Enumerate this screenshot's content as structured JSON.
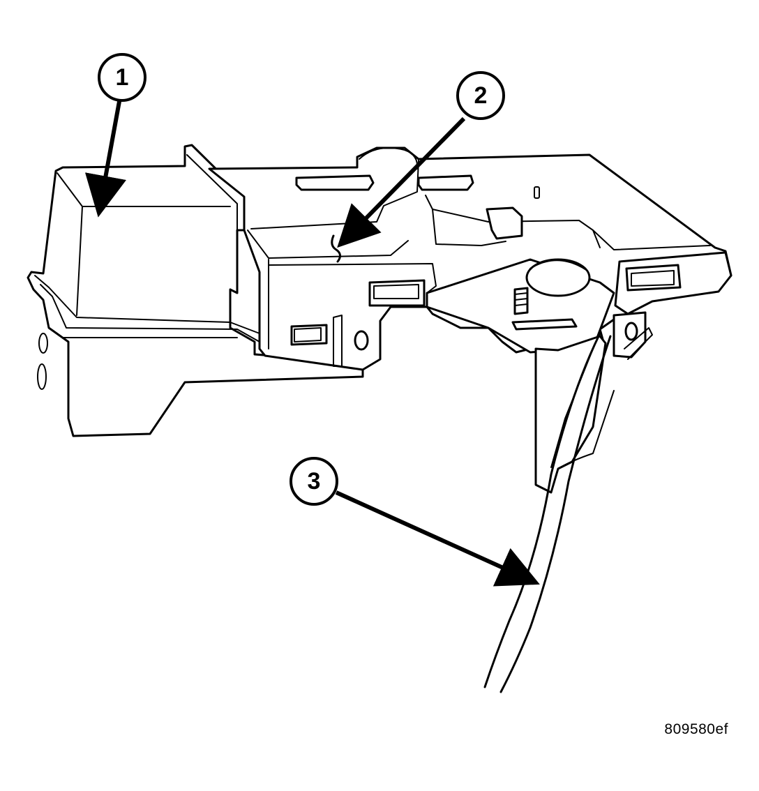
{
  "callouts": [
    {
      "label": "1"
    },
    {
      "label": "2"
    },
    {
      "label": "3"
    }
  ],
  "figure_id": "809580ef"
}
